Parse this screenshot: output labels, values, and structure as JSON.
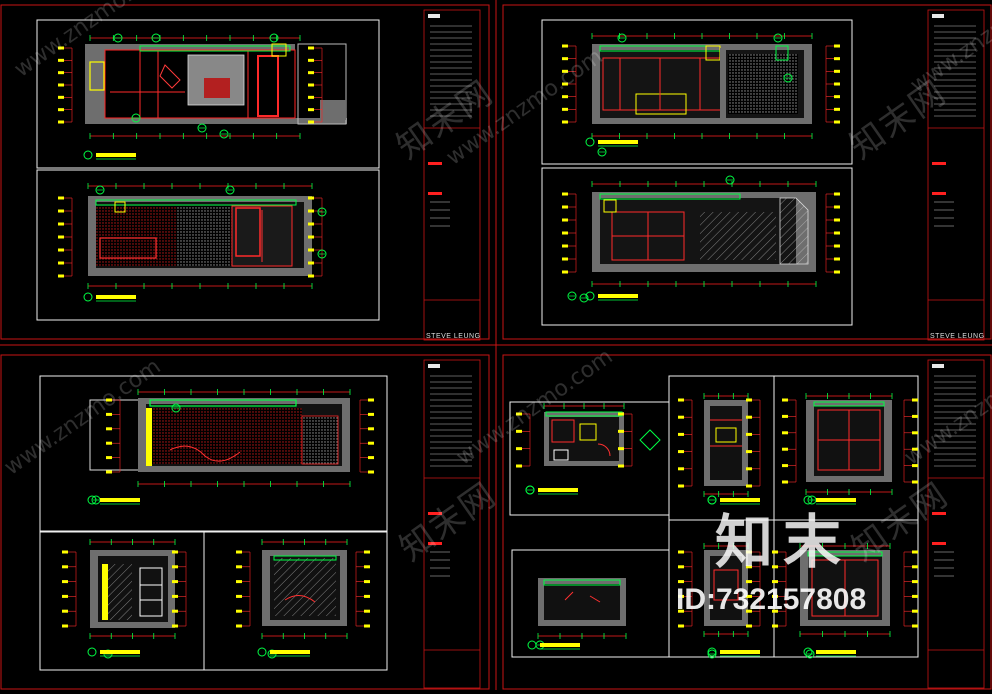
{
  "sheets": {
    "designer_name": "STEVE LEUNG"
  },
  "watermarks": {
    "domain_text": "www.znzmo.com",
    "cn_text": "知末网",
    "logo_text": "知末",
    "id_text": "ID:732157808"
  },
  "colors": {
    "background": "#000000",
    "frame_white": "#ffffff",
    "sheet_border": "#ff2020",
    "wall_gray": "#6e6e6e",
    "line_red": "#ff1a1a",
    "line_yellow": "#ffff00",
    "line_green": "#00ff40",
    "line_white": "#e8e8e8"
  }
}
